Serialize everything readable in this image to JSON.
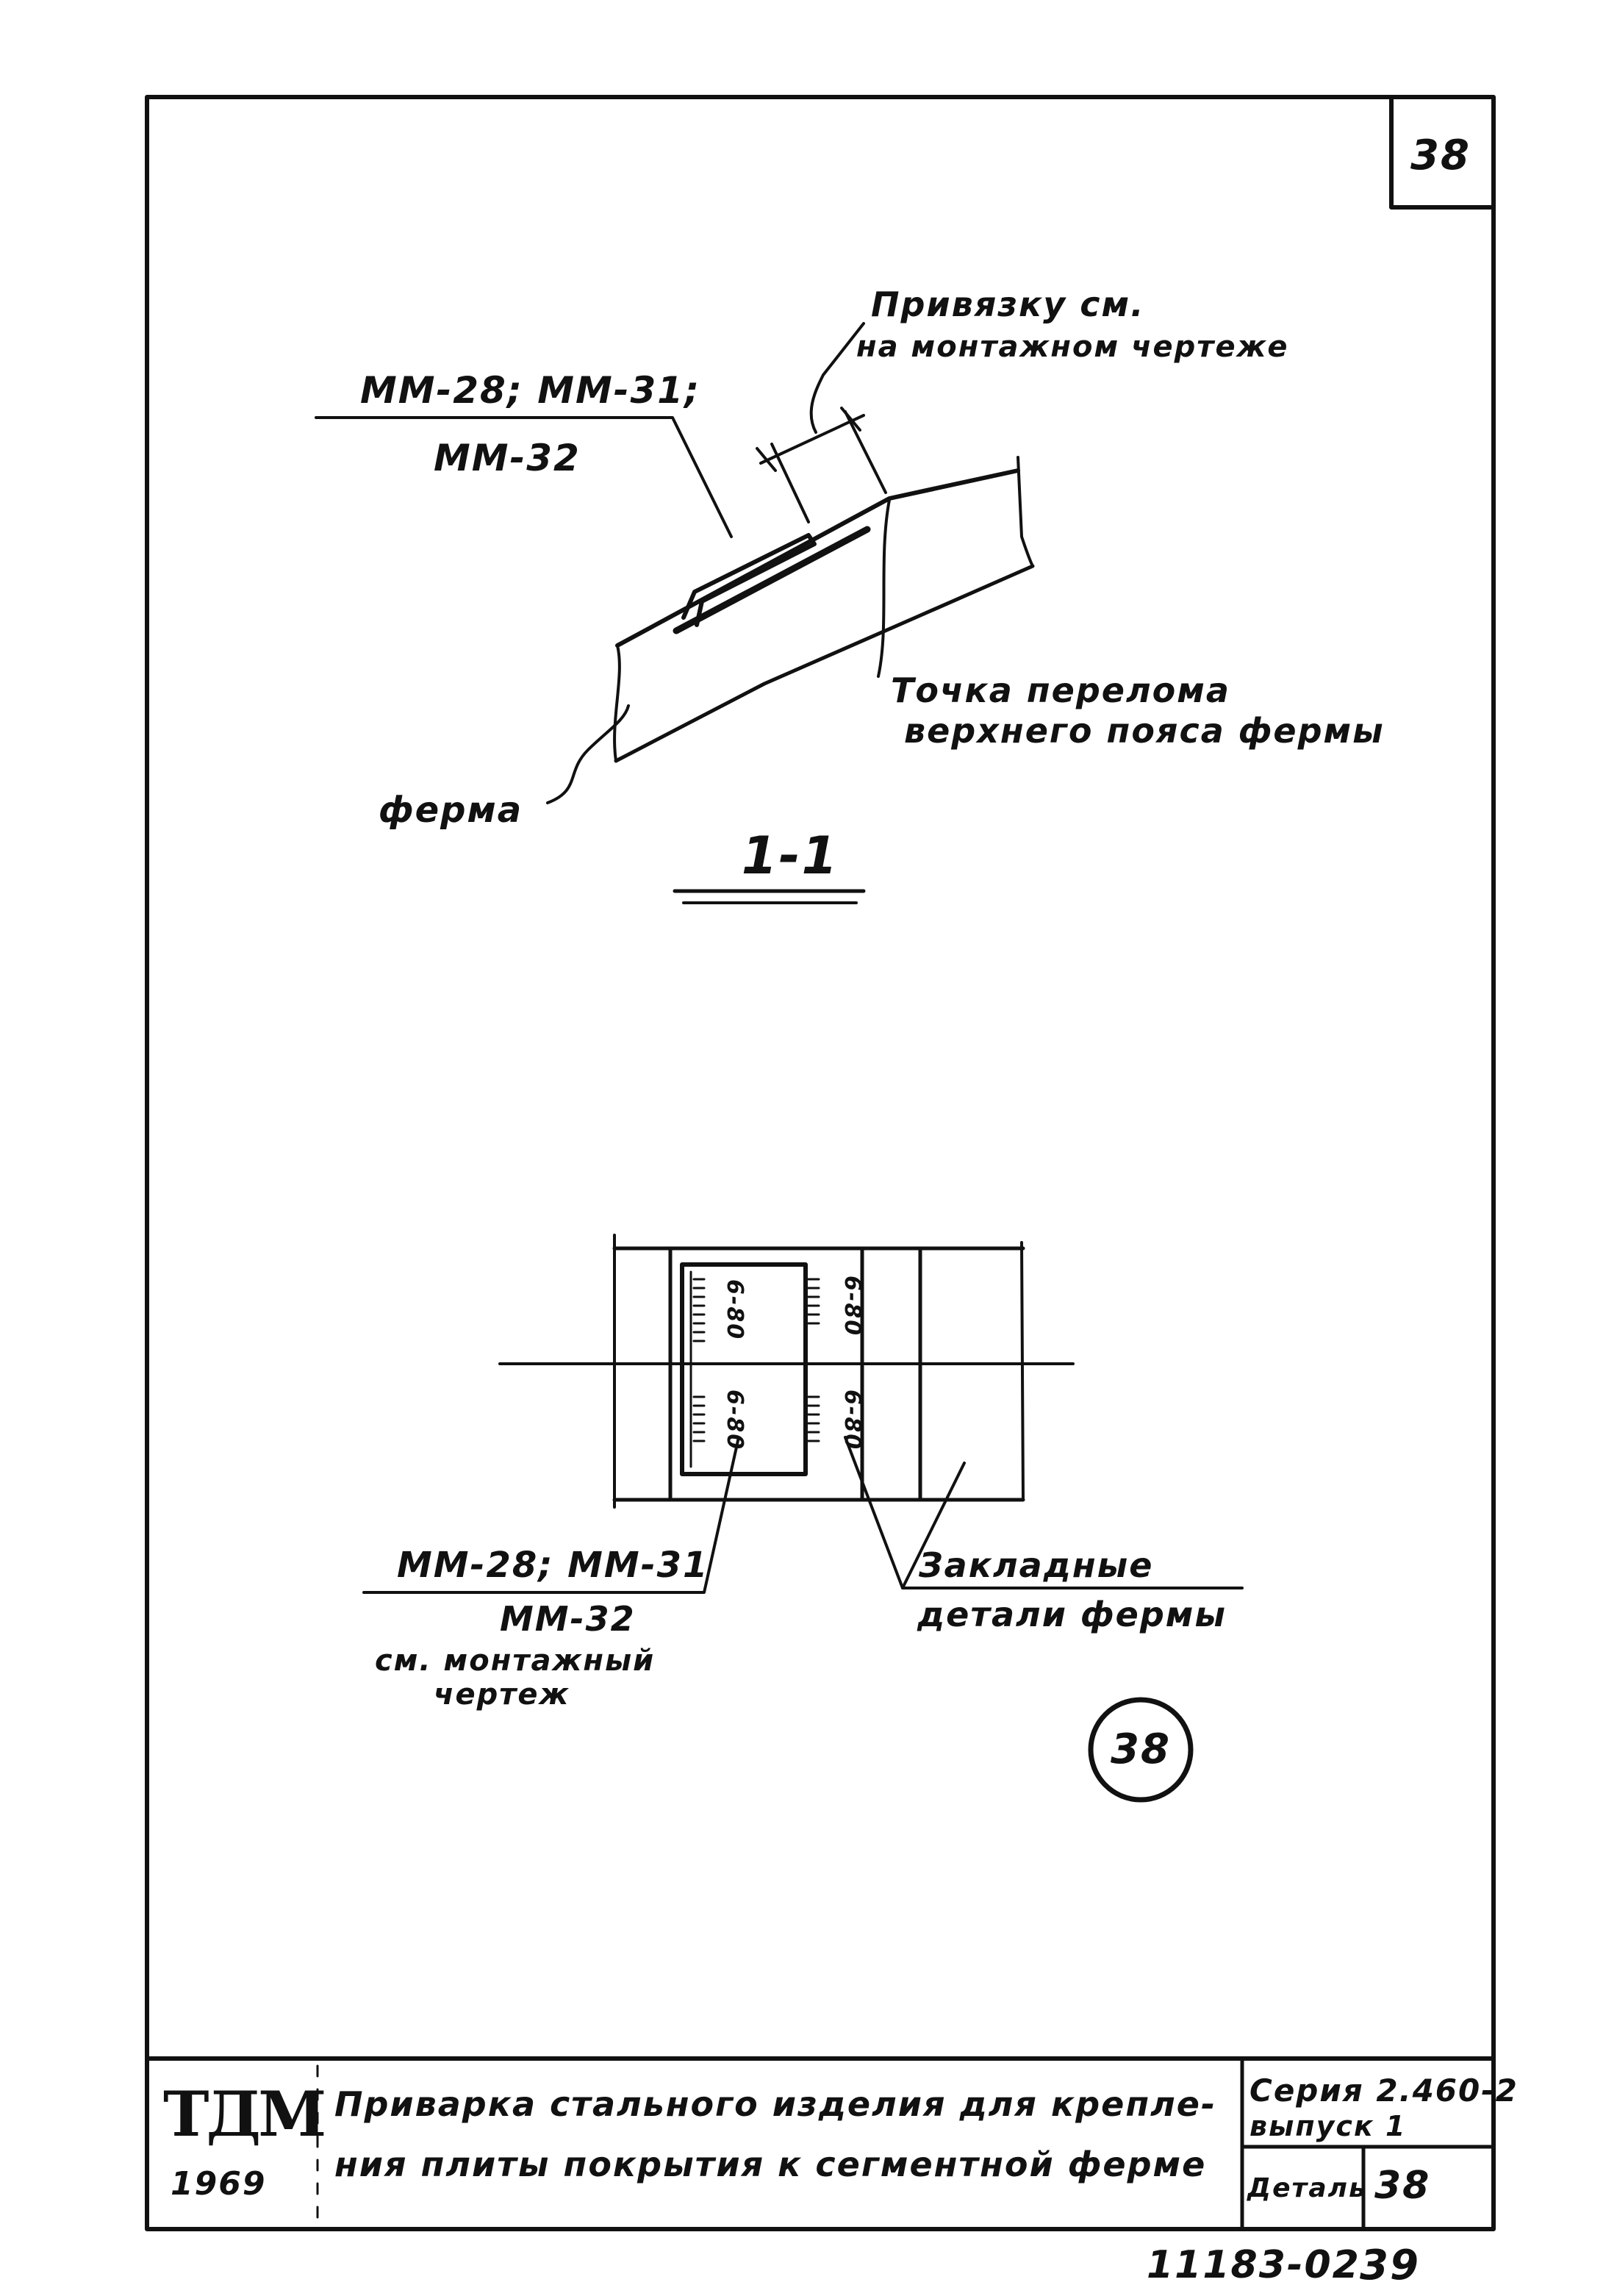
{
  "sheet": {
    "page_number": "38",
    "ink_color": "#111111",
    "paper_color": "#ffffff"
  },
  "section_view": {
    "label_marks": "ММ-28;  ММ-31;",
    "label_marks_2": "ММ-32",
    "label_binding_1": "Привязку  см.",
    "label_binding_2": "на монтажном чертеже",
    "label_break_1": "Точка  перелома",
    "label_break_2": "верхнего  пояса фермы",
    "label_truss": "ферма",
    "section_title": "1-1"
  },
  "plan_view": {
    "weld_marks": [
      "6-80",
      "6-80",
      "6-80",
      "6-80"
    ],
    "label_marks": "ММ-28;  ММ-31",
    "label_marks_2": "ММ-32",
    "label_see_1": "см.  монтажный",
    "label_see_2": "чертеж",
    "label_embedded_1": "Закладные",
    "label_embedded_2": "детали  фермы",
    "detail_number": "38"
  },
  "title_block": {
    "logo": "ТДМ",
    "year": "1969",
    "title_line_1": "Приварка   стального изделия для крепле-",
    "title_line_2": "ния плиты  покрытия  к сегментной ферме",
    "series": "Серия 2.460-2",
    "issue": "выпуск  1",
    "detail_label": "Деталь",
    "detail_value": "38"
  },
  "footer": {
    "doc_number": "11183-02",
    "sheet_number": "39"
  }
}
